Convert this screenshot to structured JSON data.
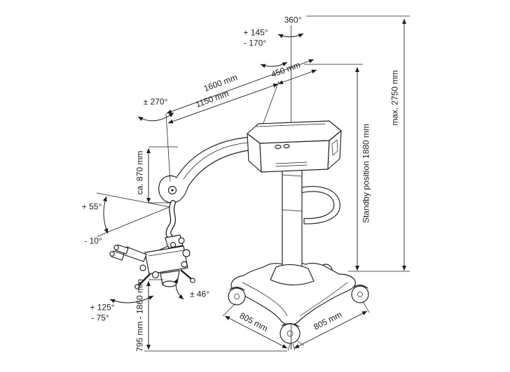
{
  "colors": {
    "background": "#ffffff",
    "line": "#1d1d1b"
  },
  "labels": {
    "rotation_column": "360°",
    "arm_swing_plus": "+ 145°",
    "arm_swing_minus": "- 170°",
    "reach_1600": "1600 mm",
    "reach_1150": "1150 mm",
    "reach_450": "450 mm",
    "rotation_carrier": "± 270°",
    "max_height": "max. 2750 mm",
    "standby_height": "Standby position 1880 mm",
    "vertical_travel": "ca. 870 mm",
    "tilt_up": "+ 55°",
    "tilt_down": "- 10°",
    "scope_tilt": "± 46°",
    "scope_rotation_plus": "+ 125°",
    "scope_rotation_minus": "- 75°",
    "working_height": "795 mm - 1860 mm",
    "base_edge_left": "805 mm",
    "base_edge_right": "805 mm"
  }
}
